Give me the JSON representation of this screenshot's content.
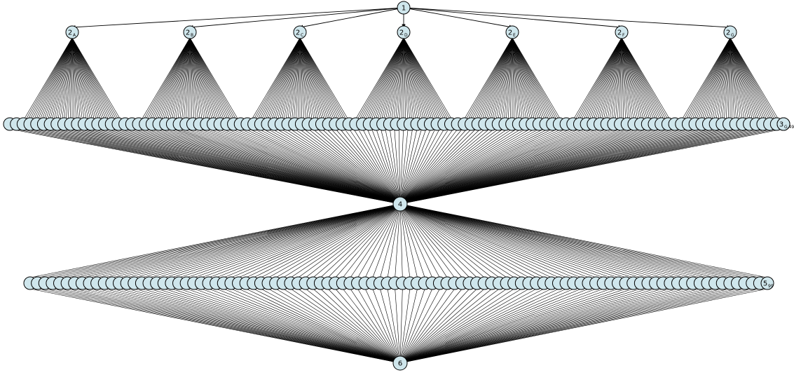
{
  "diagram": {
    "root": {
      "label": "1"
    },
    "level2": [
      {
        "label": "2",
        "sub": "A"
      },
      {
        "label": "2",
        "sub": "B"
      },
      {
        "label": "2",
        "sub": "C"
      },
      {
        "label": "2",
        "sub": "D"
      },
      {
        "label": "2",
        "sub": "E"
      },
      {
        "label": "2",
        "sub": "F"
      },
      {
        "label": "2",
        "sub": "G"
      }
    ],
    "level3_last": {
      "label": "3",
      "sub": "G,49"
    },
    "level3_count": 343,
    "merge": {
      "label": "4"
    },
    "level5_last": {
      "label": "5",
      "sub": "99"
    },
    "level5_count": 100,
    "sink": {
      "label": "6"
    },
    "colors": {
      "node_fill": "#cfe6ec",
      "edge": "#000000"
    }
  }
}
